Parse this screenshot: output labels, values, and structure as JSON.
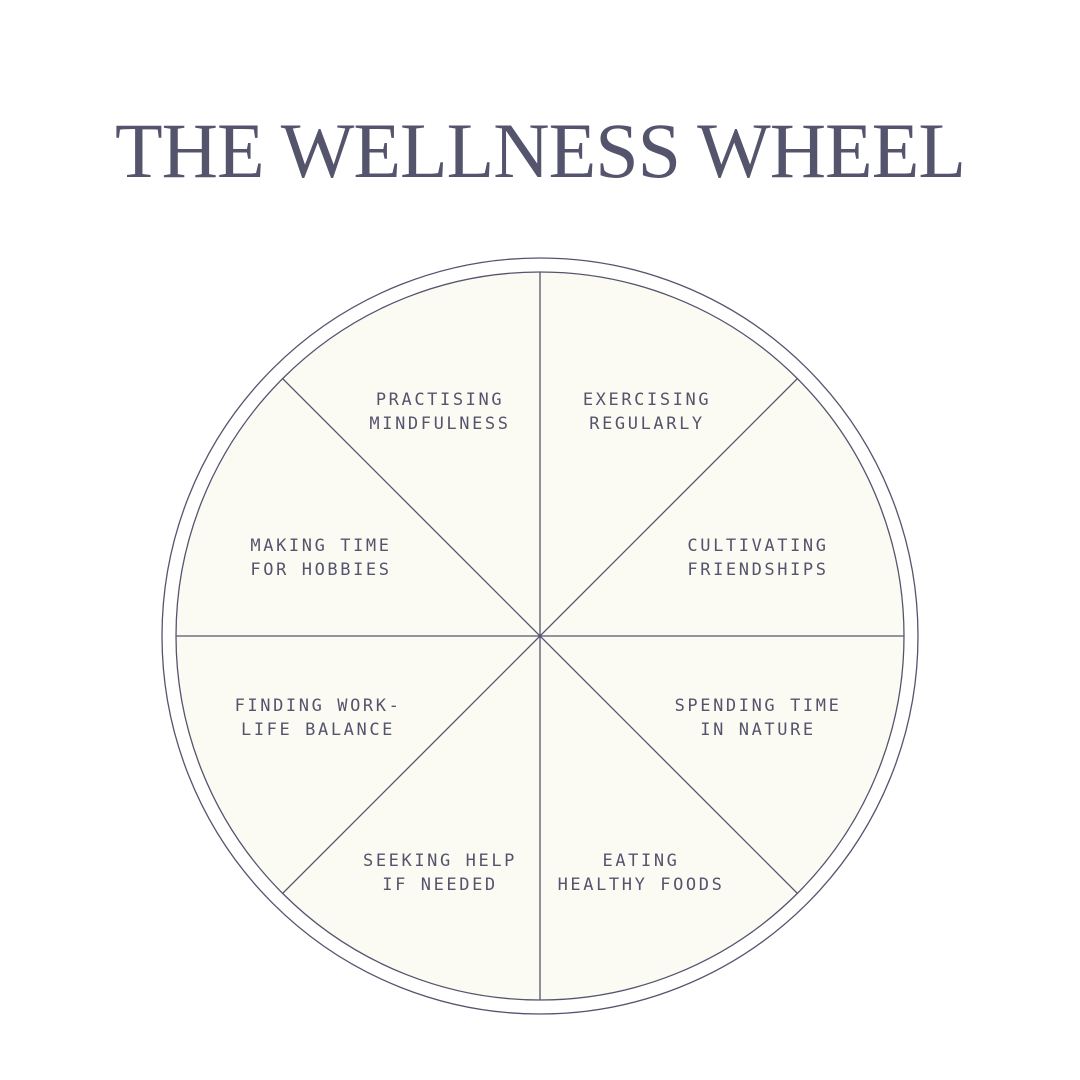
{
  "title": "THE WELLNESS WHEEL",
  "colors": {
    "ink": "#55546d",
    "segment_fill": "#fcfbf3",
    "background": "#ffffff"
  },
  "segments": [
    {
      "lines": [
        "PRACTISING",
        "MINDFULNESS"
      ]
    },
    {
      "lines": [
        "EXERCISING",
        "REGULARLY"
      ]
    },
    {
      "lines": [
        "CULTIVATING",
        "FRIENDSHIPS"
      ]
    },
    {
      "lines": [
        "SPENDING TIME",
        "IN NATURE"
      ]
    },
    {
      "lines": [
        "EATING",
        "HEALTHY FOODS"
      ]
    },
    {
      "lines": [
        "SEEKING HELP",
        "IF NEEDED"
      ]
    },
    {
      "lines": [
        "FINDING WORK-",
        "LIFE BALANCE"
      ]
    },
    {
      "lines": [
        "MAKING TIME",
        "FOR HOBBIES"
      ]
    }
  ]
}
